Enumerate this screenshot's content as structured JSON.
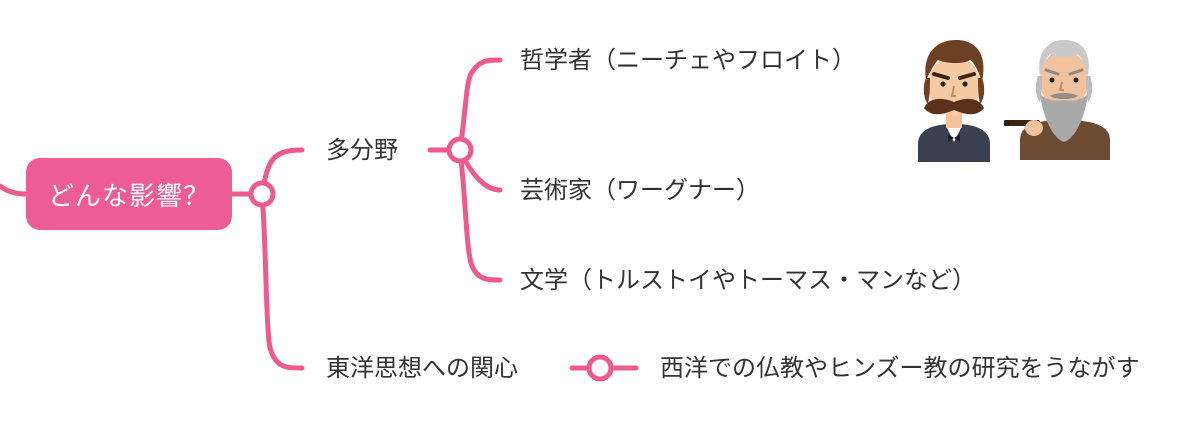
{
  "colors": {
    "branch": "#ee5a8e",
    "root_fill": "#ed5c92",
    "text": "#333333"
  },
  "root": {
    "label": "どんな影響？"
  },
  "branches": {
    "fields": {
      "label": "多分野",
      "children": [
        "哲学者（ニーチェやフロイト）",
        "芸術家（ワーグナー）",
        "文学（トルストイやトーマス・マンなど）"
      ]
    },
    "eastern": {
      "label": "東洋思想への関心",
      "child": "西洋での仏教やヒンズー教の研究をうながす"
    }
  },
  "illustrations": [
    "nietzsche-illustration",
    "freud-illustration"
  ]
}
